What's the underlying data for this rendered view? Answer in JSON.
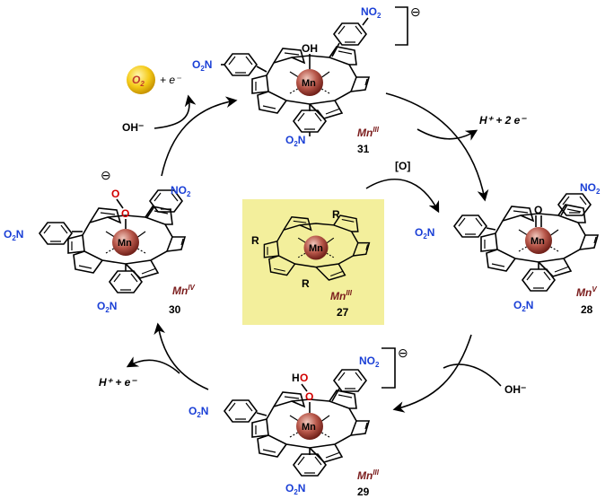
{
  "center": {
    "R_top": "R",
    "R_left": "R",
    "R_bottom": "R",
    "metal": "Mn",
    "ox_base": "Mn",
    "ox_sup": "III",
    "number": "27",
    "box_color": "#f3ef9c"
  },
  "c31": {
    "charge": "⊖",
    "ligand": "OH",
    "metal": "Mn",
    "ox_base": "Mn",
    "ox_sup": "III",
    "number": "31",
    "no2_top": "NO2",
    "no2_left": "O2N",
    "no2_bottom": "O2N"
  },
  "c28": {
    "ligand": "O",
    "metal": "Mn",
    "ox_base": "Mn",
    "ox_sup": "V",
    "number": "28",
    "no2_top": "NO2",
    "no2_left": "O2N",
    "no2_bottom": "O2N"
  },
  "c29": {
    "charge": "⊖",
    "ligand_h": "H",
    "ligand_o1": "O",
    "ligand_o2": "O",
    "metal": "Mn",
    "ox_base": "Mn",
    "ox_sup": "III",
    "number": "29",
    "no2_top": "NO2",
    "no2_left": "O2N",
    "no2_bottom": "O2N"
  },
  "c30": {
    "charge": "⊖",
    "ligand_o1": "O",
    "ligand_o2": "O",
    "metal": "Mn",
    "ox_base": "Mn",
    "ox_sup": "IV",
    "number": "30",
    "no2_top": "NO2",
    "no2_left": "O2N",
    "no2_bottom": "O2N"
  },
  "reagents": {
    "o2": "O2",
    "o2_plus_e": "+ e⁻",
    "oh_top": "OH⁻",
    "h_2e": "H⁺ + 2 e⁻",
    "oxidant": "[O]",
    "oh_right": "OH⁻",
    "h_e": "H⁺ + e⁻"
  }
}
